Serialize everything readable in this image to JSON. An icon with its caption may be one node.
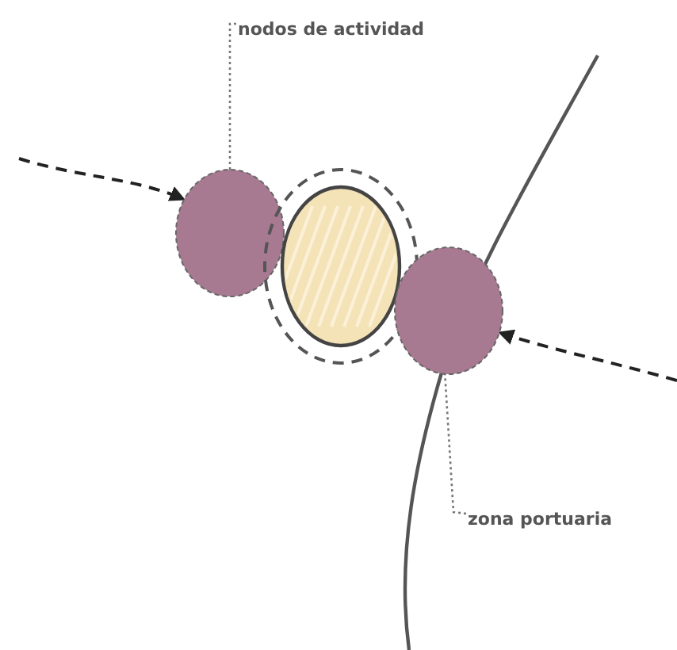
{
  "diagram": {
    "nodes": [
      {
        "text": [
          "nodos de actividad"
        ]
      },
      {
        "text": [],
        "shape": "circle"
      },
      {
        "text": [],
        "shape": "ellipse"
      },
      {
        "text": [],
        "shape": "circle"
      },
      {
        "text": [
          "zona portuaria"
        ]
      }
    ],
    "edges": [
      {
        "from": 0,
        "to": 1,
        "arrow": "none"
      },
      {
        "from": null,
        "to": 1,
        "arrow": "to",
        "style": "dashed"
      },
      {
        "from": null,
        "to": 3,
        "arrow": "to",
        "style": "dashed"
      },
      {
        "from": 4,
        "to": 3,
        "arrow": "none"
      }
    ]
  }
}
